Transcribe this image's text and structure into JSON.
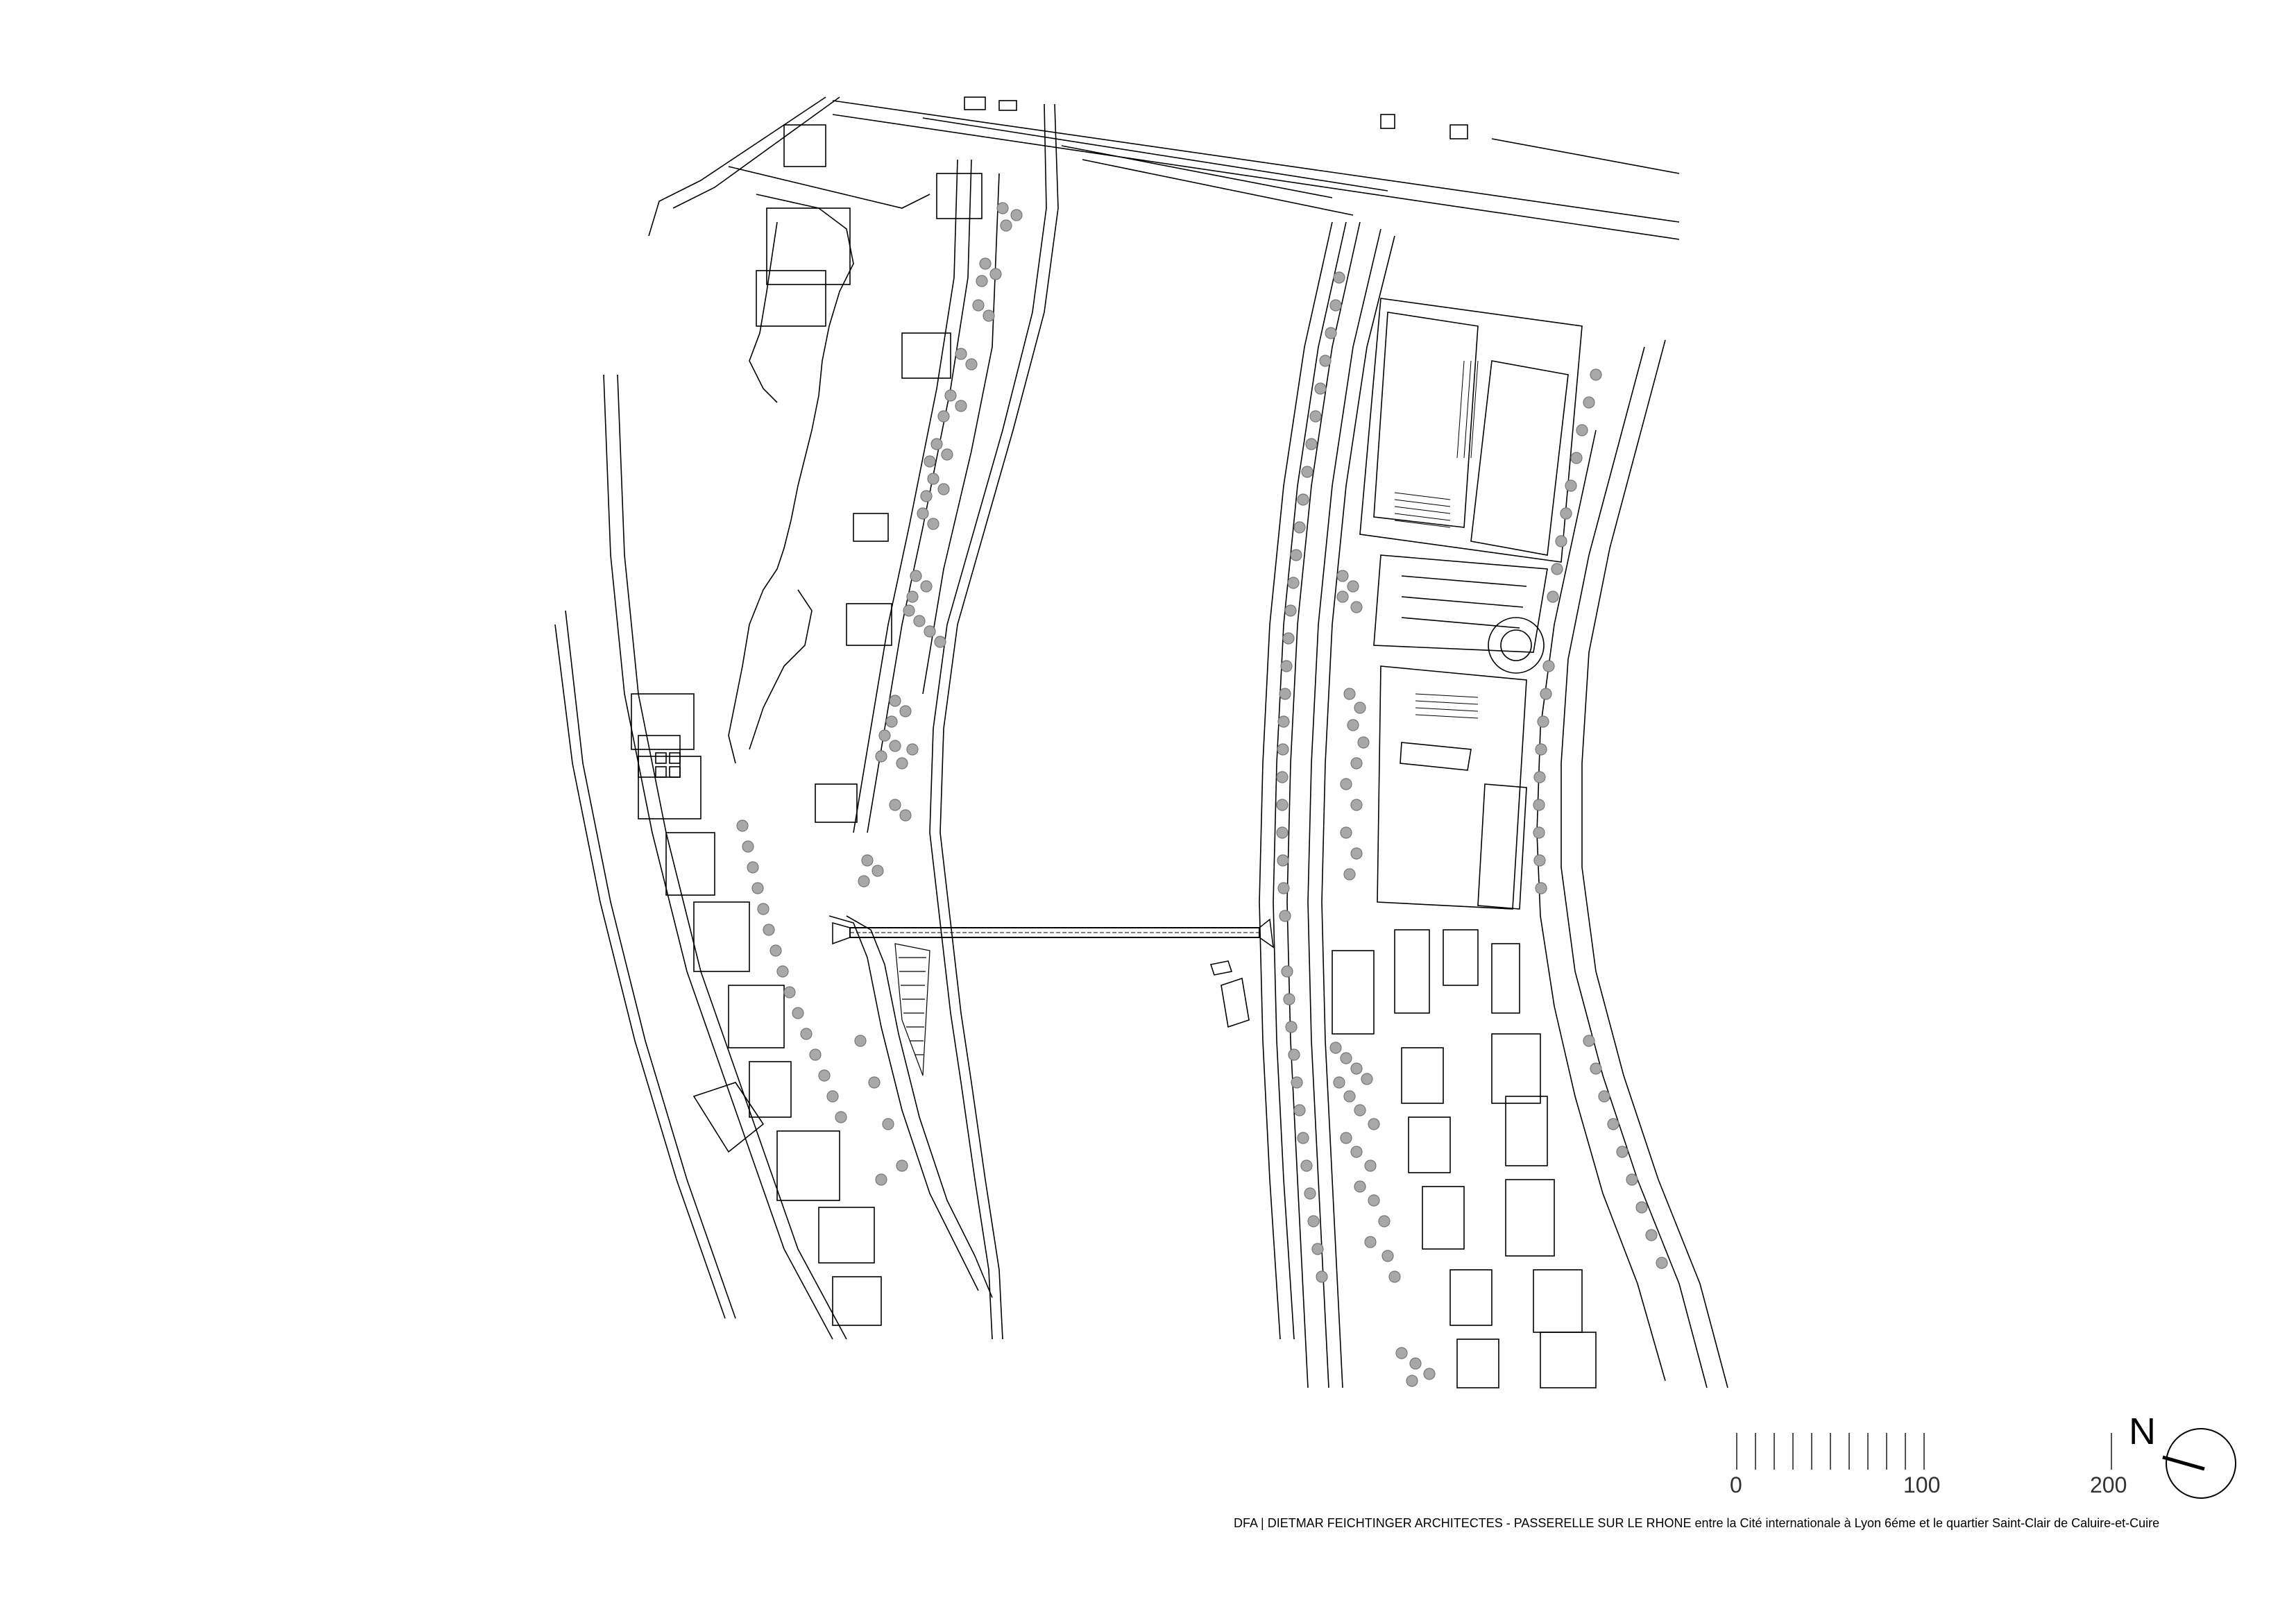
{
  "drawing": {
    "credit": "DFA | DIETMAR FEICHTINGER ARCHITECTES - PASSERELLE SUR LE RHONE entre la Cité internationale à Lyon 6éme et le quartier Saint-Clair de Caluire-et-Cuire"
  },
  "scale_bar": {
    "labels": [
      "0",
      "100",
      "200"
    ]
  },
  "north_arrow": {
    "letter": "N"
  }
}
